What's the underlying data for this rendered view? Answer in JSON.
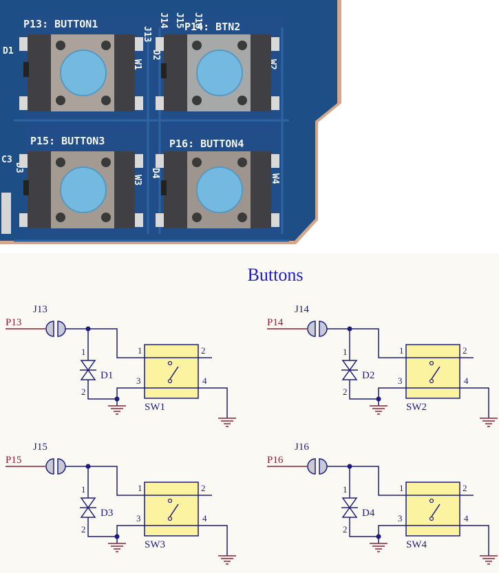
{
  "photo": {
    "button_labels": [
      "P13: BUTTON1",
      "P14: BTN2",
      "P15: BUTTON3",
      "P16: BUTTON4"
    ],
    "header_refs": [
      "J13",
      "J14",
      "J15",
      "J16"
    ],
    "diode_refs": [
      "D1",
      "D2",
      "D3",
      "D4"
    ],
    "switch_refs": [
      "W1",
      "W2",
      "W3",
      "W4"
    ],
    "edge_refs": [
      "D1",
      "C3",
      "D3"
    ],
    "colors": {
      "pcb": "#1d4f86",
      "board_edge": "#d4a48a",
      "cap": "#74b9e0"
    }
  },
  "schematic": {
    "title": "Buttons",
    "colors": {
      "wire": "#1a1a80",
      "net": "#8b1c2e",
      "switch_fill": "#fbf3a0",
      "title": "#1a1acc"
    },
    "cells": [
      {
        "net": "P13",
        "jumper": "J13",
        "diode": "D1",
        "switch": "SW1"
      },
      {
        "net": "P14",
        "jumper": "J14",
        "diode": "D2",
        "switch": "SW2"
      },
      {
        "net": "P15",
        "jumper": "J15",
        "diode": "D3",
        "switch": "SW3"
      },
      {
        "net": "P16",
        "jumper": "J16",
        "diode": "D4",
        "switch": "SW4"
      }
    ],
    "pins": {
      "diode_anode": "1",
      "diode_cathode": "2",
      "sw_in_a": "1",
      "sw_out_a": "2",
      "sw_in_b": "3",
      "sw_out_b": "4"
    }
  }
}
